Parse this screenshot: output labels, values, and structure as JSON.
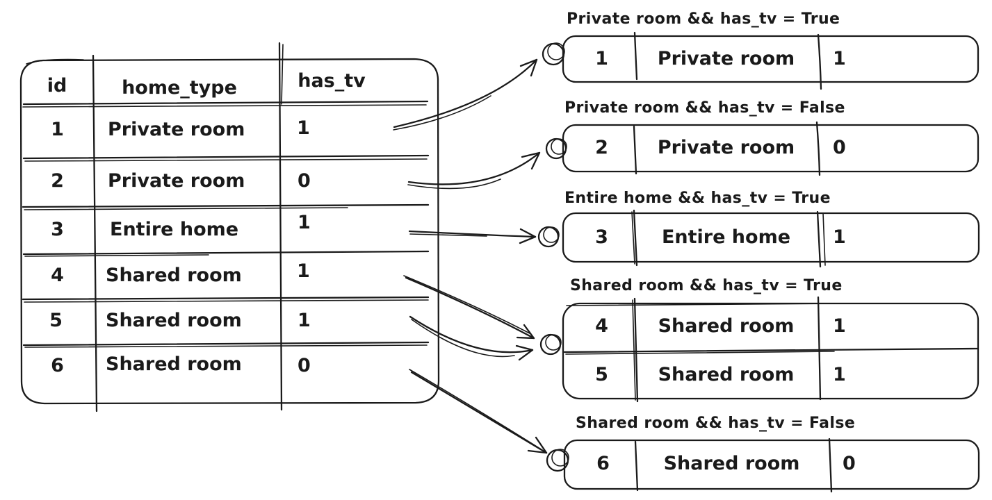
{
  "main_table": {
    "columns": [
      "id",
      "home_type",
      "has_tv"
    ],
    "rows": [
      {
        "id": "1",
        "home_type": "Private room",
        "has_tv": "1"
      },
      {
        "id": "2",
        "home_type": "Private room",
        "has_tv": "0"
      },
      {
        "id": "3",
        "home_type": "Entire home",
        "has_tv": "1"
      },
      {
        "id": "4",
        "home_type": "Shared room",
        "has_tv": "1"
      },
      {
        "id": "5",
        "home_type": "Shared room",
        "has_tv": "1"
      },
      {
        "id": "6",
        "home_type": "Shared room",
        "has_tv": "0"
      }
    ]
  },
  "groups": [
    {
      "label": "Private room && has_tv = True",
      "rows": [
        {
          "id": "1",
          "home_type": "Private room",
          "has_tv": "1"
        }
      ]
    },
    {
      "label": "Private room && has_tv = False",
      "rows": [
        {
          "id": "2",
          "home_type": "Private room",
          "has_tv": "0"
        }
      ]
    },
    {
      "label": "Entire home && has_tv = True",
      "rows": [
        {
          "id": "3",
          "home_type": "Entire home",
          "has_tv": "1"
        }
      ]
    },
    {
      "label": "Shared room && has_tv = True",
      "rows": [
        {
          "id": "4",
          "home_type": "Shared room",
          "has_tv": "1"
        },
        {
          "id": "5",
          "home_type": "Shared room",
          "has_tv": "1"
        }
      ]
    },
    {
      "label": "Shared room && has_tv = False",
      "rows": [
        {
          "id": "6",
          "home_type": "Shared room",
          "has_tv": "0"
        }
      ]
    }
  ],
  "arrows": [
    {
      "from_row_id": "1",
      "to_group": "Private room && has_tv = True"
    },
    {
      "from_row_id": "2",
      "to_group": "Private room && has_tv = False"
    },
    {
      "from_row_id": "3",
      "to_group": "Entire home && has_tv = True"
    },
    {
      "from_row_id": "4",
      "to_group": "Shared room && has_tv = True"
    },
    {
      "from_row_id": "5",
      "to_group": "Shared room && has_tv = True"
    },
    {
      "from_row_id": "6",
      "to_group": "Shared room && has_tv = False"
    }
  ],
  "colors": {
    "ink": "#1a1a1a",
    "background": "#ffffff"
  }
}
